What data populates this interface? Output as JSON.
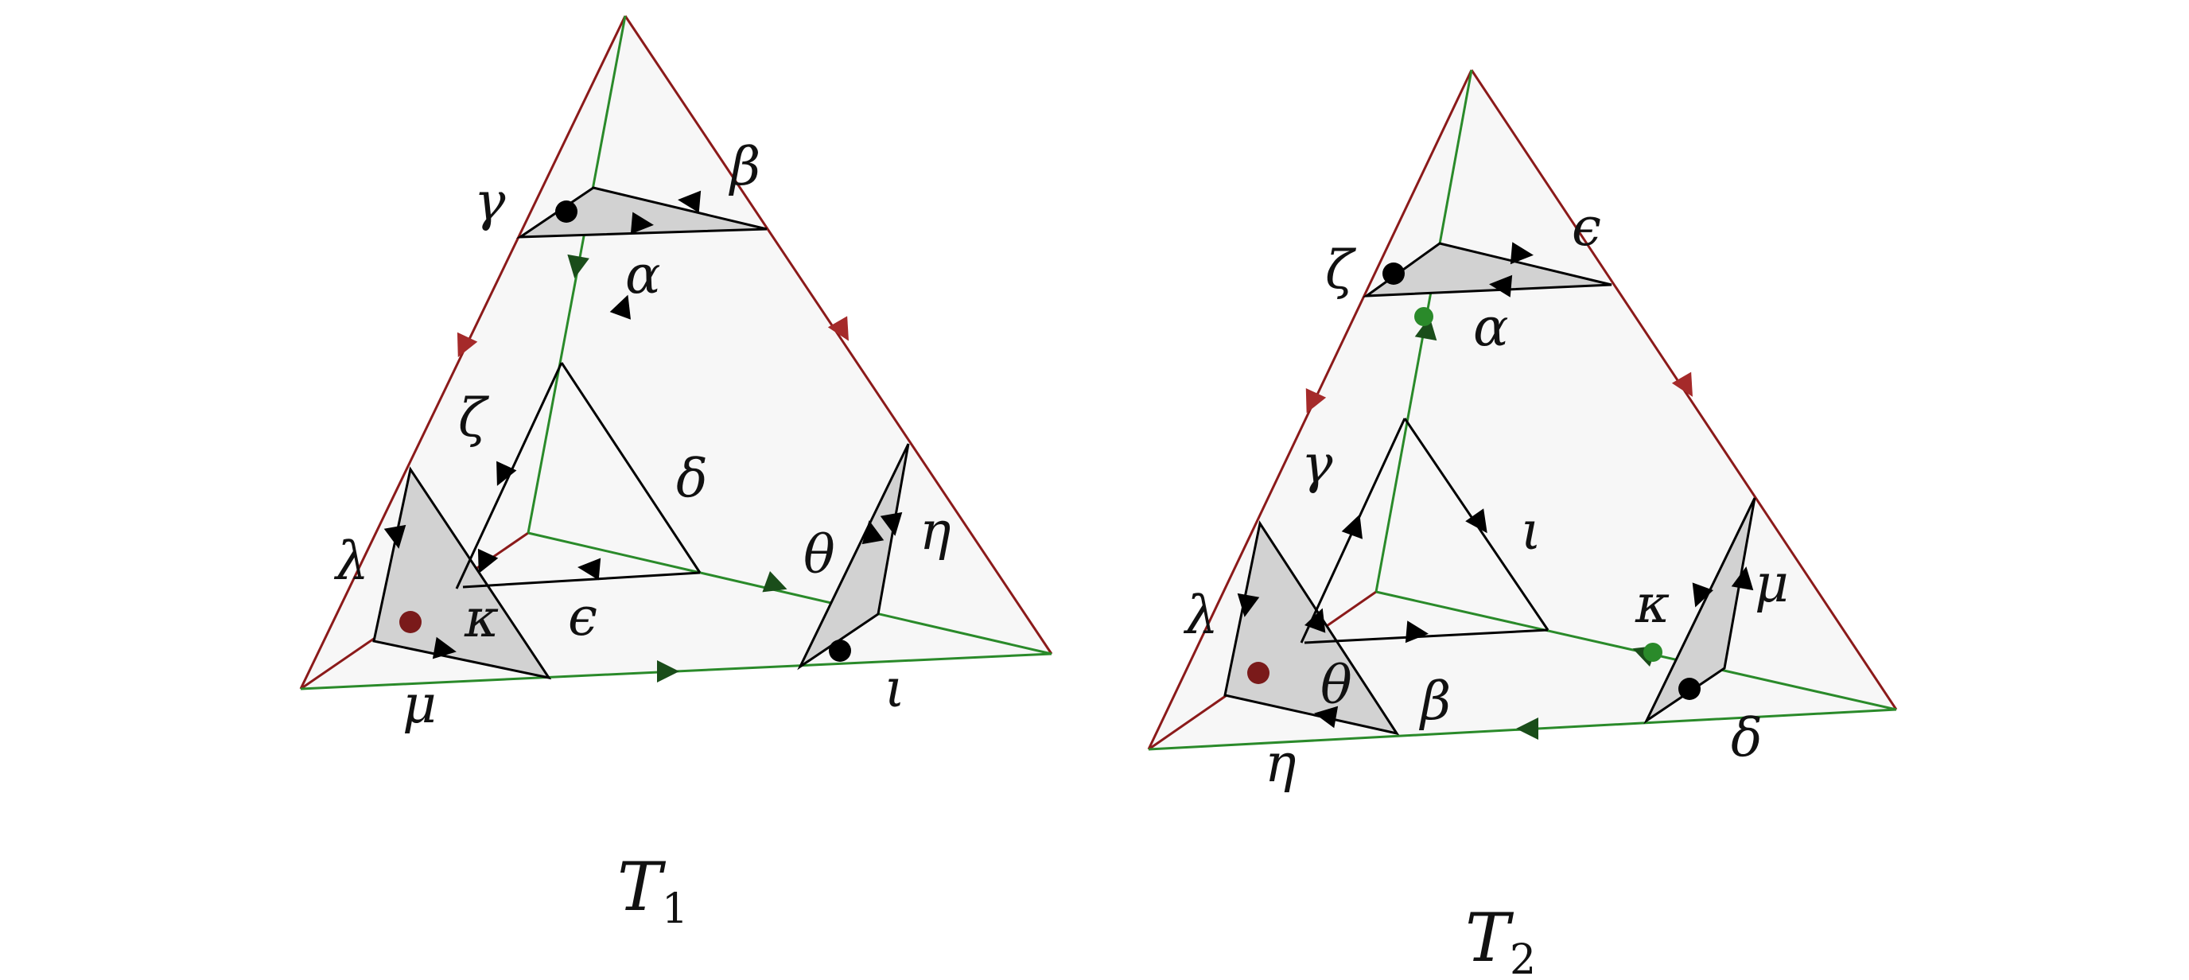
{
  "figure": {
    "captions": [
      {
        "main": "T",
        "sub": "1"
      },
      {
        "main": "T",
        "sub": "2"
      }
    ],
    "colors": {
      "outer_edge": "#8b1a1a",
      "inner_edge": "#2a8a2a",
      "arc": "#000000",
      "truncation_face": "#d2d2d2",
      "tetra_face": "#f7f7f7"
    }
  },
  "t1_labels": {
    "alpha": "α",
    "beta": "β",
    "gamma": "γ",
    "delta": "δ",
    "epsilon": "ϵ",
    "zeta": "ζ",
    "eta": "η",
    "theta": "θ",
    "iota": "ι",
    "kappa": "κ",
    "lambda": "λ",
    "mu": "μ"
  },
  "t2_labels": {
    "alpha": "α",
    "beta": "β",
    "gamma": "γ",
    "delta": "δ",
    "epsilon": "ϵ",
    "zeta": "ζ",
    "eta": "η",
    "theta": "θ",
    "iota": "ι",
    "kappa": "κ",
    "lambda": "λ",
    "mu": "μ"
  }
}
